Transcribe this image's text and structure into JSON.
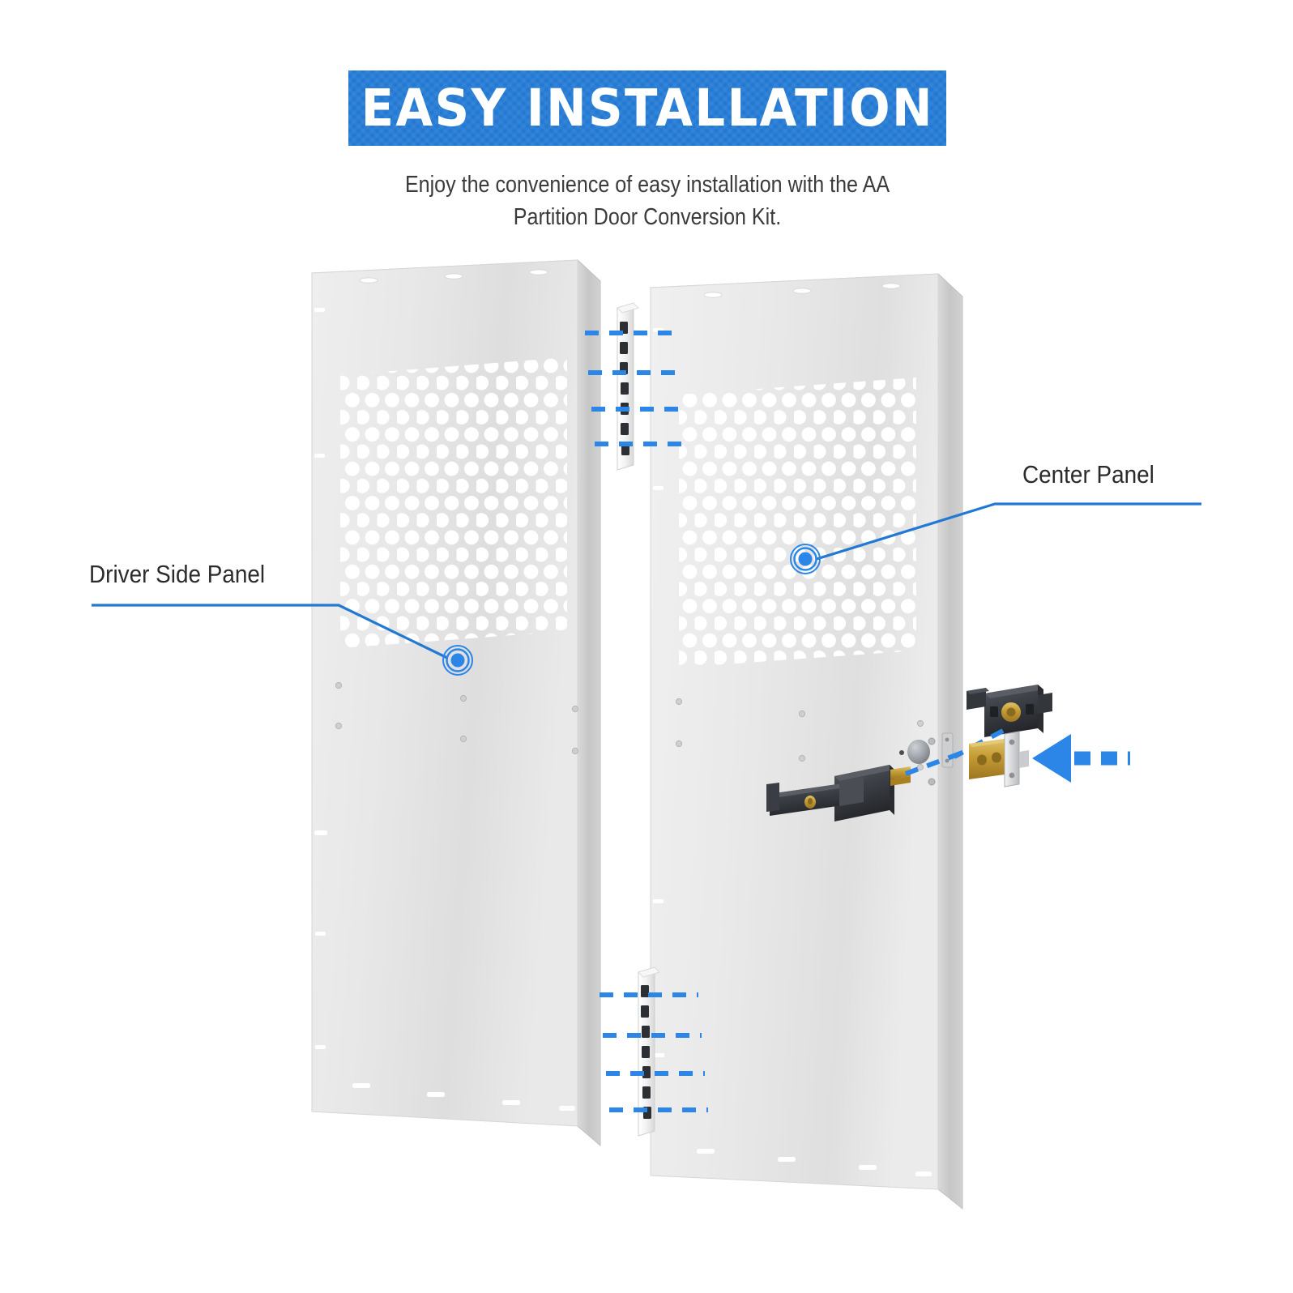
{
  "banner": {
    "title": "EASY INSTALLATION",
    "bg_color": "#2279d3",
    "text_color": "#ffffff"
  },
  "subtitle": {
    "text": "Enjoy the convenience of easy installation with the AA Partition Door Conversion Kit."
  },
  "callouts": [
    {
      "id": "driver-side-panel",
      "label": "Driver Side Panel",
      "underline_color": "#2279d3",
      "marker_color": "#2b86e8"
    },
    {
      "id": "center-panel",
      "label": "Center Panel",
      "underline_color": "#2279d3",
      "marker_color": "#2b86e8"
    }
  ],
  "product": {
    "name": "AA Partition Door Conversion Kit",
    "parts": [
      {
        "id": "driver-side-panel",
        "name": "Driver Side Panel",
        "finish": "white-perforated-steel"
      },
      {
        "id": "center-panel",
        "name": "Center Panel",
        "finish": "white-perforated-steel"
      },
      {
        "id": "upper-hinge",
        "name": "Upper Piano Hinge",
        "finish": "white-steel"
      },
      {
        "id": "lower-hinge",
        "name": "Lower Piano Hinge",
        "finish": "white-steel"
      },
      {
        "id": "lever-handle",
        "name": "Lever Handle",
        "finish": "matte-black"
      },
      {
        "id": "lock-body",
        "name": "Lock Body",
        "finish": "matte-black"
      },
      {
        "id": "latch-bolt",
        "name": "Latch Bolt",
        "finish": "brass-and-satin-nickel"
      }
    ],
    "colors": {
      "panel_face": "#e6e6e6",
      "panel_top": "#f4f4f4",
      "panel_edge": "#c9c9c9",
      "perforation": "#ffffff",
      "hardware_black": "#3d4147",
      "hardware_brass": "#c49a33",
      "hardware_nickel": "#d6d8da",
      "arrow_blue": "#2b86e8"
    }
  }
}
